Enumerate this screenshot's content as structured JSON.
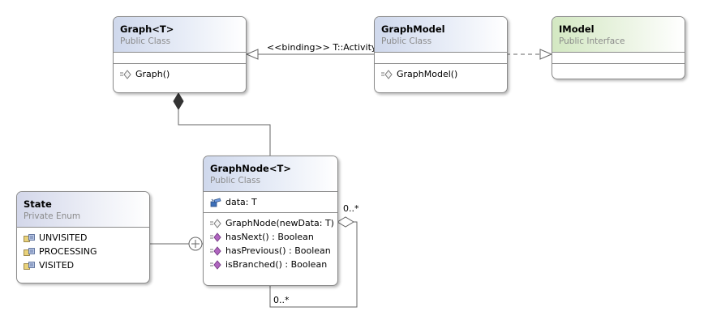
{
  "classes": {
    "graph": {
      "name": "Graph<T>",
      "kind": "Public Class",
      "methods": [
        "Graph()"
      ]
    },
    "graph_model": {
      "name": "GraphModel",
      "kind": "Public Class",
      "methods": [
        "GraphModel()"
      ]
    },
    "imodel": {
      "name": "IModel",
      "kind": "Public Interface"
    },
    "graph_node": {
      "name": "GraphNode<T>",
      "kind": "Public Class",
      "fields": [
        "data: T"
      ],
      "methods": [
        "GraphNode(newData: T)",
        "hasNext() : Boolean",
        "hasPrevious() : Boolean",
        "isBranched() : Boolean"
      ]
    },
    "state": {
      "name": "State",
      "kind": "Private Enum",
      "members": [
        "UNVISITED",
        "PROCESSING",
        "VISITED"
      ]
    }
  },
  "relations": {
    "binding_label": "<<binding>> T::Activity",
    "self_assoc_multiplicity_start": "0..*",
    "self_assoc_multiplicity_end": "0..*"
  },
  "colors": {
    "line": "#666666",
    "border": "#8a8a8a",
    "class_header": "#cfd8ec",
    "interface_header": "#d3e8c2",
    "enum_header": "#d3d7ea",
    "method_icon": "#b065c0",
    "field_icon": "#3c6fb8"
  },
  "icons": {
    "constructor": "constructor-icon",
    "method": "method-icon",
    "field": "field-icon",
    "enum_member": "enum-member-icon",
    "nested": "nested-circle-plus-icon"
  }
}
